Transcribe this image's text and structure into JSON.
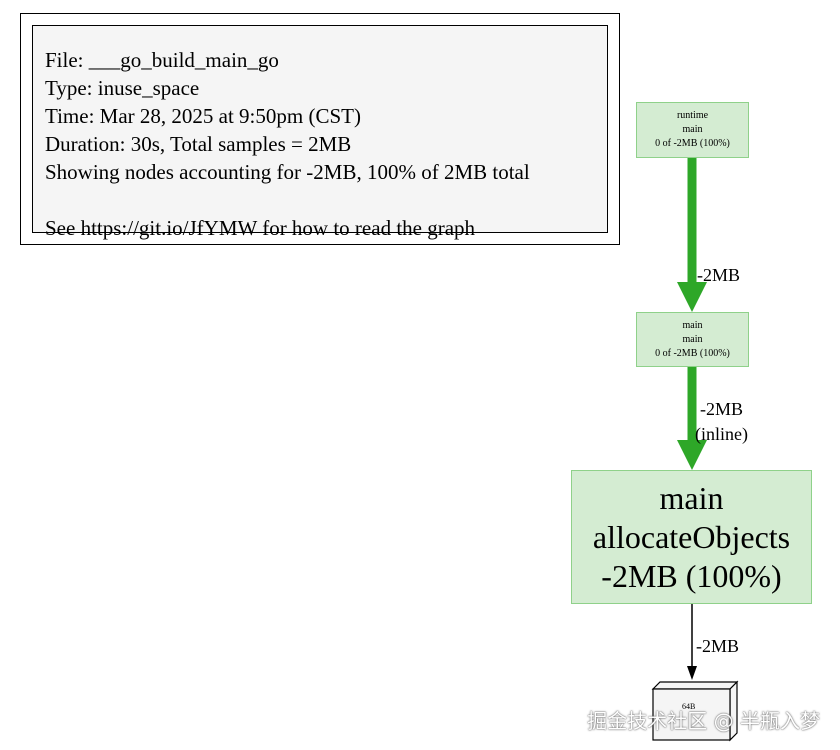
{
  "legend": {
    "lines": [
      "File: ___go_build_main_go",
      "Type: inuse_space",
      "Time: Mar 28, 2025 at 9:50pm (CST)",
      "Duration: 30s, Total samples = 2MB",
      "Showing nodes accounting for -2MB, 100% of 2MB total",
      "",
      "See https://git.io/JfYMW for how to read the graph"
    ]
  },
  "nodes": {
    "runtime_main": {
      "pkg": "runtime",
      "func": "main",
      "flat": "0 of -2MB (100%)"
    },
    "main_main": {
      "pkg": "main",
      "func": "main",
      "flat": "0 of -2MB (100%)"
    },
    "allocate_objects": {
      "pkg": "main",
      "func": "allocateObjects",
      "flat": "-2MB (100%)"
    },
    "size_node": {
      "label": "64B"
    }
  },
  "edges": {
    "runtime_to_main": {
      "label": "-2MB"
    },
    "main_to_allocate": {
      "label": "-2MB",
      "note": "(inline)"
    },
    "allocate_to_size": {
      "label": "-2MB"
    }
  },
  "colors": {
    "node_fill": "#d4ecd2",
    "node_border": "#8fd18a",
    "edge_green": "#2ea728",
    "edge_black": "#000000"
  },
  "watermark": {
    "text": "掘金技术社区 @ 半瓶入梦"
  }
}
